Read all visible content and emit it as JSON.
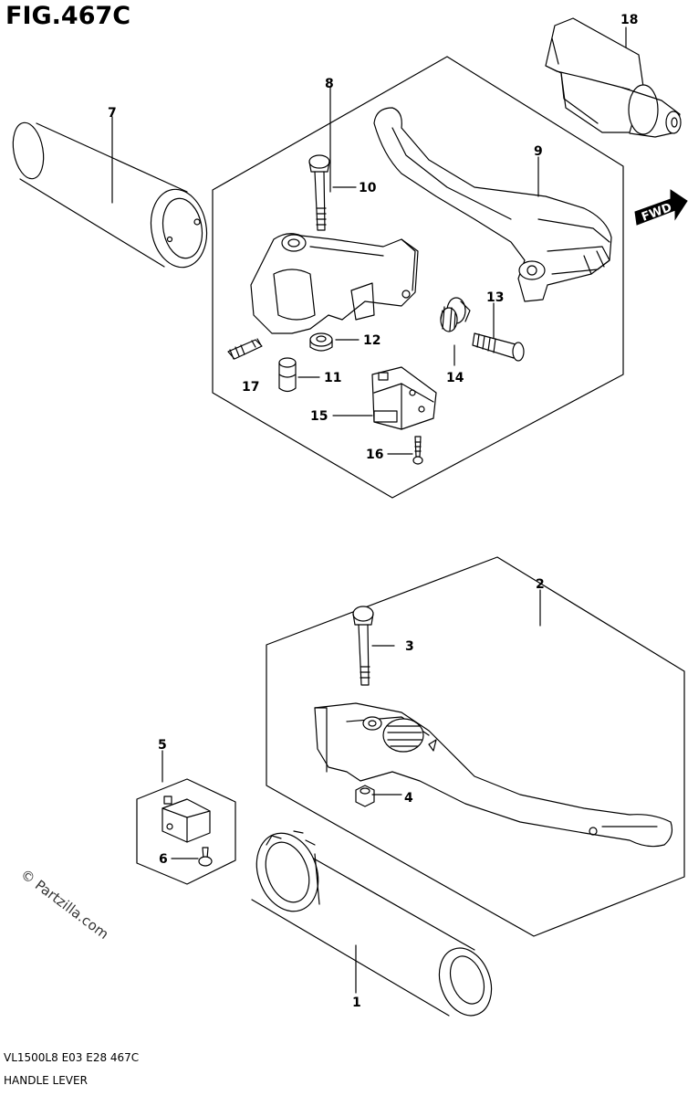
{
  "figure": {
    "title": "FIG.467C",
    "code": "VL1500L8  E03  E28  467C",
    "name": "HANDLE LEVER",
    "watermark": "© Partzilla.com",
    "direction_badge": "FWD"
  },
  "callouts": {
    "c1": "1",
    "c2": "2",
    "c3": "3",
    "c4": "4",
    "c5": "5",
    "c6": "6",
    "c7": "7",
    "c8": "8",
    "c9": "9",
    "c10": "10",
    "c11": "11",
    "c12": "12",
    "c13": "13",
    "c14": "14",
    "c15": "15",
    "c16": "16",
    "c17": "17",
    "c18": "18"
  }
}
